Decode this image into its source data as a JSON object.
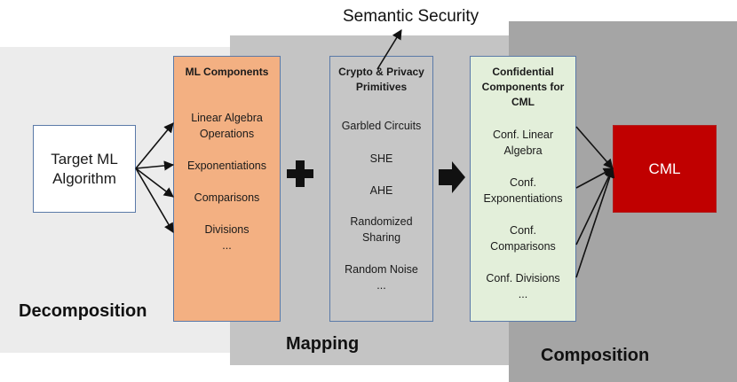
{
  "semantic_security": "Semantic Security",
  "stages": {
    "decomposition": "Decomposition",
    "mapping": "Mapping",
    "composition": "Composition"
  },
  "target": {
    "line1": "Target ML",
    "line2": "Algorithm"
  },
  "ml_components": {
    "title": "ML Components",
    "items": [
      "Linear Algebra",
      "Operations",
      "Exponentiations",
      "Comparisons",
      "Divisions",
      "..."
    ]
  },
  "crypto": {
    "title_line1": "Crypto & Privacy",
    "title_line2": "Primitives",
    "items": [
      "Garbled Circuits",
      "SHE",
      "AHE",
      "Randomized",
      "Sharing",
      "Random Noise",
      "..."
    ]
  },
  "conf": {
    "title_line1": "Confidential",
    "title_line2": "Components for",
    "title_line3": "CML",
    "items": [
      "Conf. Linear",
      "Algebra",
      "Conf.",
      "Exponentiations",
      "Conf.",
      "Comparisons",
      "Conf. Divisions",
      "..."
    ]
  },
  "cml": "CML",
  "colors": {
    "ml_box": "#f3b082",
    "crypto_box": "#c6c6c6",
    "conf_box": "#e3efda",
    "cml_box": "#c00000"
  },
  "icons": {
    "plus": "plus-icon",
    "arrow": "right-arrow-icon"
  }
}
